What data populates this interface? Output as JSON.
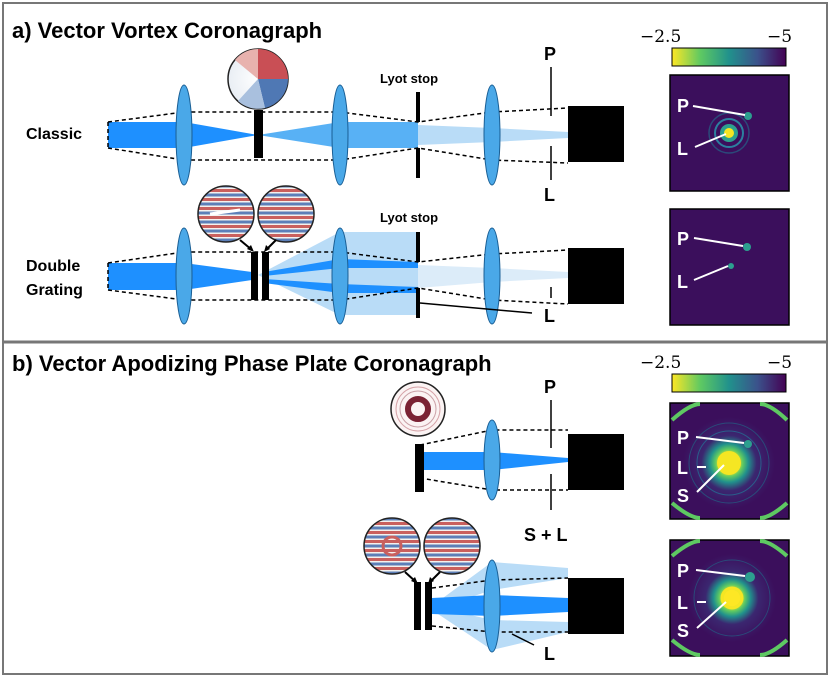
{
  "panel_a": {
    "title": "a) Vector Vortex Coronagraph",
    "row_classic": "Classic",
    "row_double_1": "Double",
    "row_double_2": "Grating",
    "lyot_1": "Lyot stop",
    "lyot_2": "Lyot stop",
    "p_top": "P",
    "l_classic": "L",
    "l_double": "L",
    "img1": {
      "p": "P",
      "l": "L"
    },
    "img2": {
      "p": "P",
      "l": "L"
    },
    "colorbar": {
      "min": "−2.5",
      "max": "−5"
    }
  },
  "panel_b": {
    "title": "b) Vector Apodizing Phase Plate Coronagraph",
    "p_top": "P",
    "sl": "S + L",
    "l_bottom": "L",
    "img1": {
      "p": "P",
      "l": "L",
      "s": "S"
    },
    "img2": {
      "p": "P",
      "l": "L",
      "s": "S"
    },
    "colorbar": {
      "min": "−2.5",
      "max": "−5"
    }
  },
  "colors": {
    "beam": "#1e90ff",
    "beam_light": "#b9dcf7",
    "lens": "#4aa8e8",
    "psf_bg": "#3b0f5c",
    "psf_star": "#f5e623",
    "psf_ring": "#2c9f8f"
  }
}
